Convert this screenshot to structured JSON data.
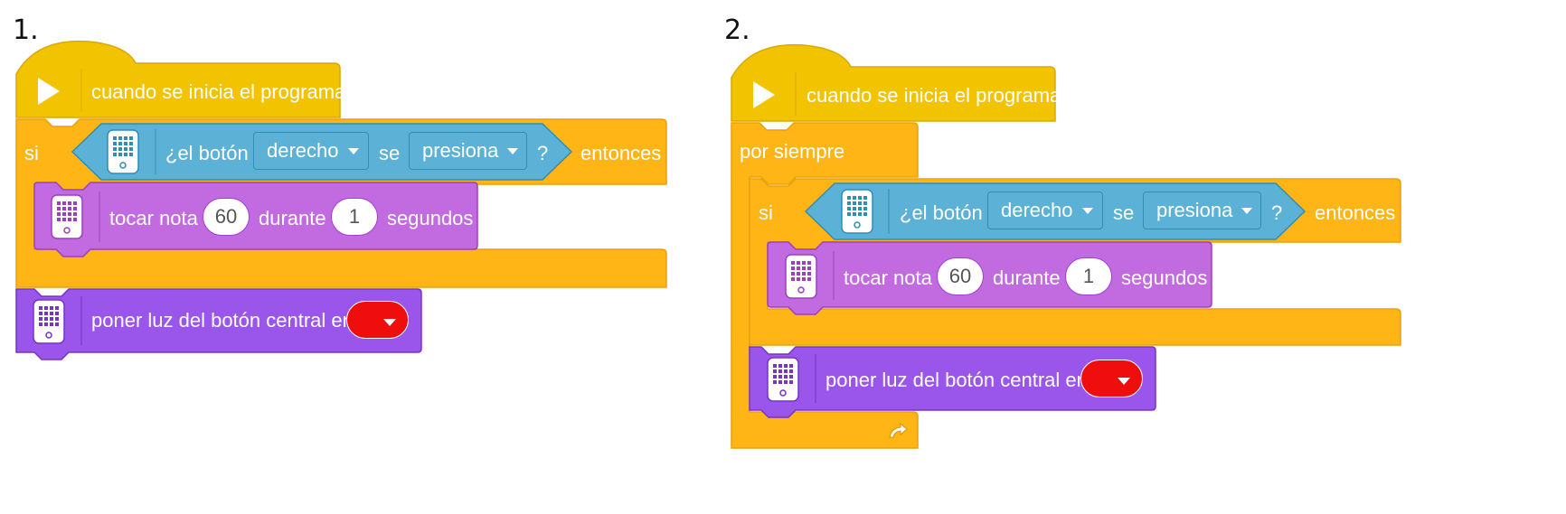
{
  "colors": {
    "events": "#f2c300",
    "events_border": "#d9a900",
    "control": "#ffb515",
    "control_border": "#e8a10a",
    "sensor": "#5cb1d6",
    "sensor_border": "#2e8eb8",
    "sound": "#c26be0",
    "sound_border": "#9c3ec2",
    "light": "#9a56eb",
    "light_border": "#7732c9",
    "light_color_value": "#f00d0d"
  },
  "programs": [
    {
      "number": "1.",
      "hat_label": "cuando se inicia el programa",
      "if_label": "si",
      "condition": {
        "prefix": "¿el botón",
        "button_value": "derecho",
        "middle": "se",
        "state_value": "presiona",
        "suffix": "?"
      },
      "then_label": "entonces",
      "sound_block": {
        "label": "tocar nota",
        "note": "60",
        "during": "durante",
        "seconds_value": "1",
        "seconds": "segundos"
      },
      "light_block": {
        "label": "poner luz del botón central en"
      }
    },
    {
      "number": "2.",
      "hat_label": "cuando se inicia el programa",
      "forever_label": "por siempre",
      "if_label": "si",
      "condition": {
        "prefix": "¿el botón",
        "button_value": "derecho",
        "middle": "se",
        "state_value": "presiona",
        "suffix": "?"
      },
      "then_label": "entonces",
      "sound_block": {
        "label": "tocar nota",
        "note": "60",
        "during": "durante",
        "seconds_value": "1",
        "seconds": "segundos"
      },
      "light_block": {
        "label": "poner luz del botón central en"
      },
      "loop_icon": "loop-arrow-icon"
    }
  ]
}
